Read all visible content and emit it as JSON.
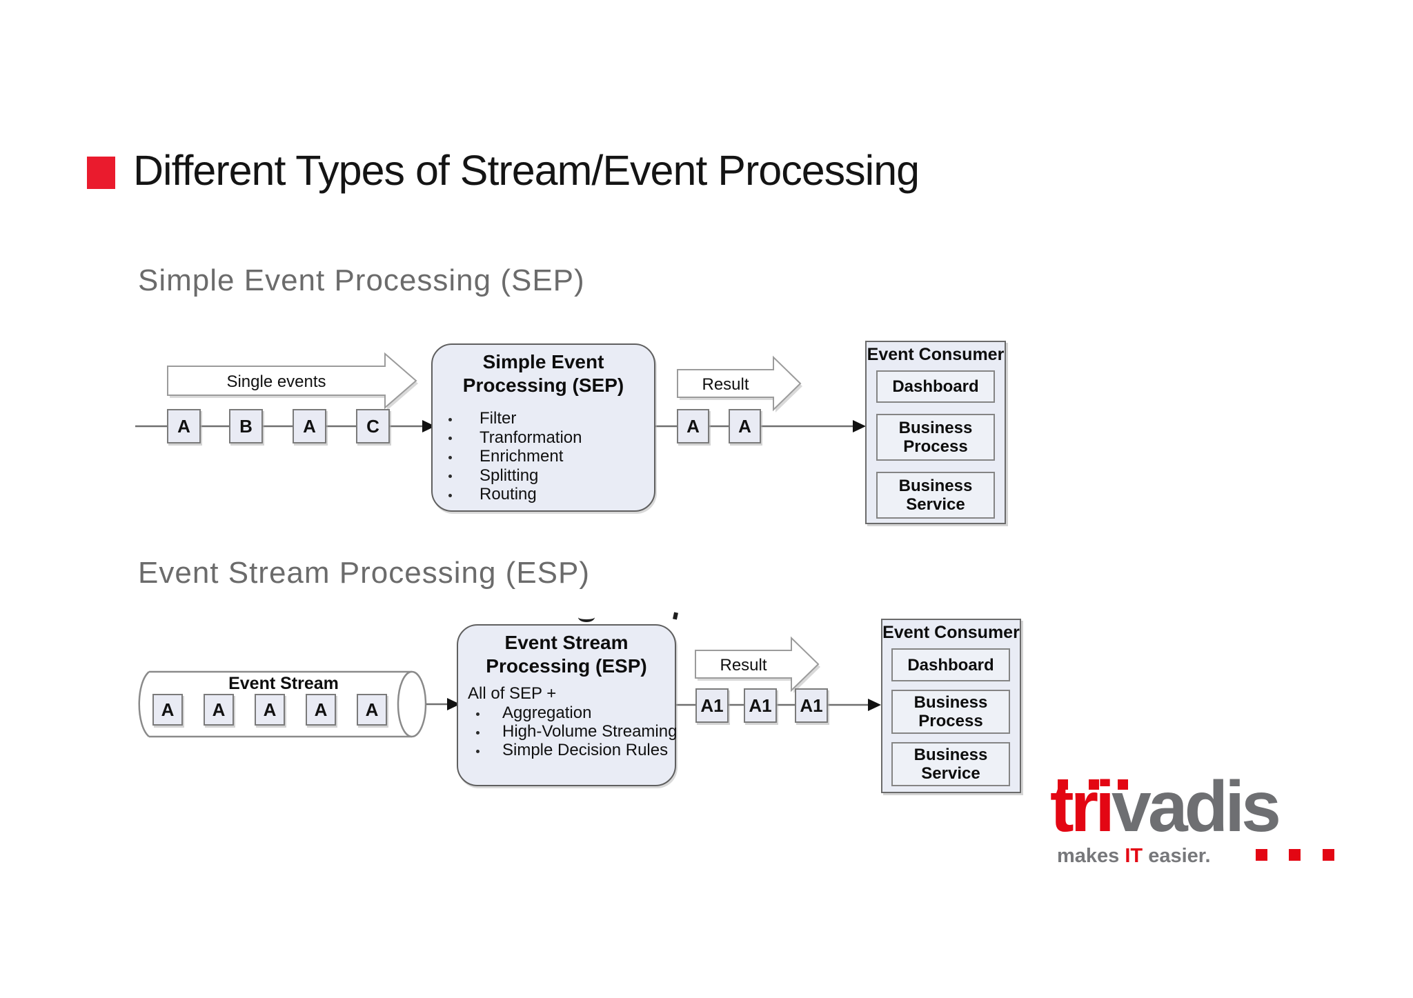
{
  "slide": {
    "title": "Different Types of Stream/Event Processing"
  },
  "sep": {
    "heading": "Simple Event Processing (SEP)",
    "flow_arrow_label": "Single events",
    "input_events": [
      "A",
      "B",
      "A",
      "C"
    ],
    "processor": {
      "title_line1": "Simple Event",
      "title_line2": "Processing (SEP)",
      "bullets": [
        "Filter",
        "Tranformation",
        "Enrichment",
        "Splitting",
        "Routing"
      ]
    },
    "result_arrow_label": "Result",
    "output_events": [
      "A",
      "A"
    ],
    "consumer": {
      "title": "Event Consumer",
      "items": [
        "Dashboard",
        "Business Process",
        "Business Service"
      ]
    }
  },
  "esp": {
    "heading": "Event Stream Processing (ESP)",
    "stream_label": "Event Stream",
    "input_events": [
      "A",
      "A",
      "A",
      "A",
      "A"
    ],
    "processor": {
      "title_line1": "Event Stream",
      "title_line2": "Processing (ESP)",
      "intro": "All of SEP +",
      "bullets": [
        "Aggregation",
        "High-Volume Streaming",
        "Simple Decision Rules"
      ]
    },
    "result_arrow_label": "Result",
    "output_events": [
      "A1",
      "A1",
      "A1"
    ],
    "consumer": {
      "title": "Event Consumer",
      "items": [
        "Dashboard",
        "Business Process",
        "Business Service"
      ]
    }
  },
  "logo": {
    "brand_red": "tri",
    "brand_gray": "vadis",
    "tagline_pre": "makes ",
    "tagline_it": "IT",
    "tagline_post": " easier.",
    "red": "#e30613",
    "gray": "#6e6f72"
  }
}
